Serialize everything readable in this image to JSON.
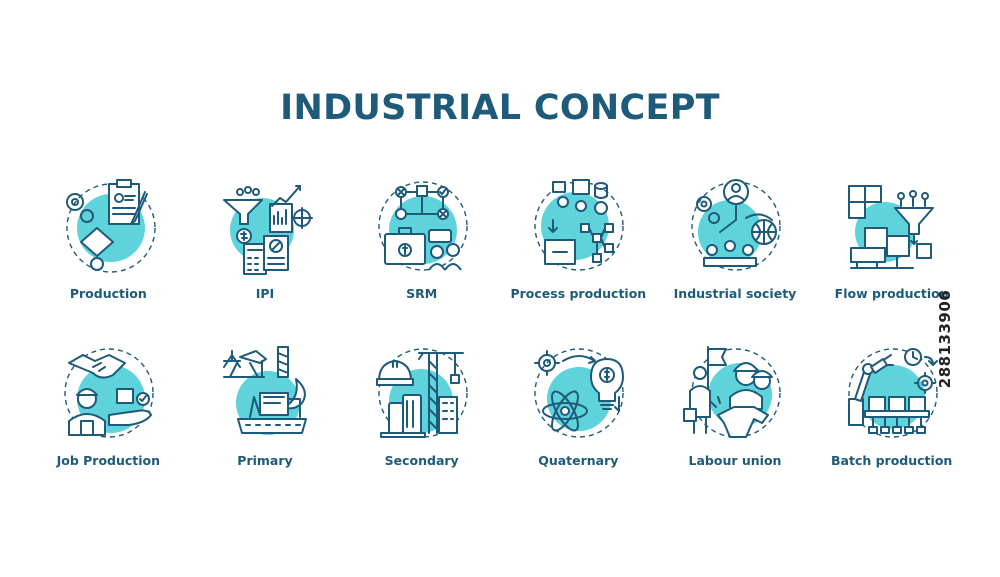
{
  "title": "INDUSTRIAL CONCEPT",
  "stock_id": "288133906",
  "colors": {
    "accent": "#5fd3dc",
    "stroke": "#1e5a7a",
    "background": "#ffffff"
  },
  "items": [
    {
      "label": "Production",
      "icon": "production-icon"
    },
    {
      "label": "IPI",
      "icon": "ipi-icon"
    },
    {
      "label": "SRM",
      "icon": "srm-icon"
    },
    {
      "label": "Process production",
      "icon": "process-production-icon"
    },
    {
      "label": "Industrial society",
      "icon": "industrial-society-icon"
    },
    {
      "label": "Flow production",
      "icon": "flow-production-icon"
    },
    {
      "label": "Job Production",
      "icon": "job-production-icon"
    },
    {
      "label": "Primary",
      "icon": "primary-icon"
    },
    {
      "label": "Secondary",
      "icon": "secondary-icon"
    },
    {
      "label": "Quaternary",
      "icon": "quaternary-icon"
    },
    {
      "label": "Labour union",
      "icon": "labour-union-icon"
    },
    {
      "label": "Batch production",
      "icon": "batch-production-icon"
    }
  ]
}
